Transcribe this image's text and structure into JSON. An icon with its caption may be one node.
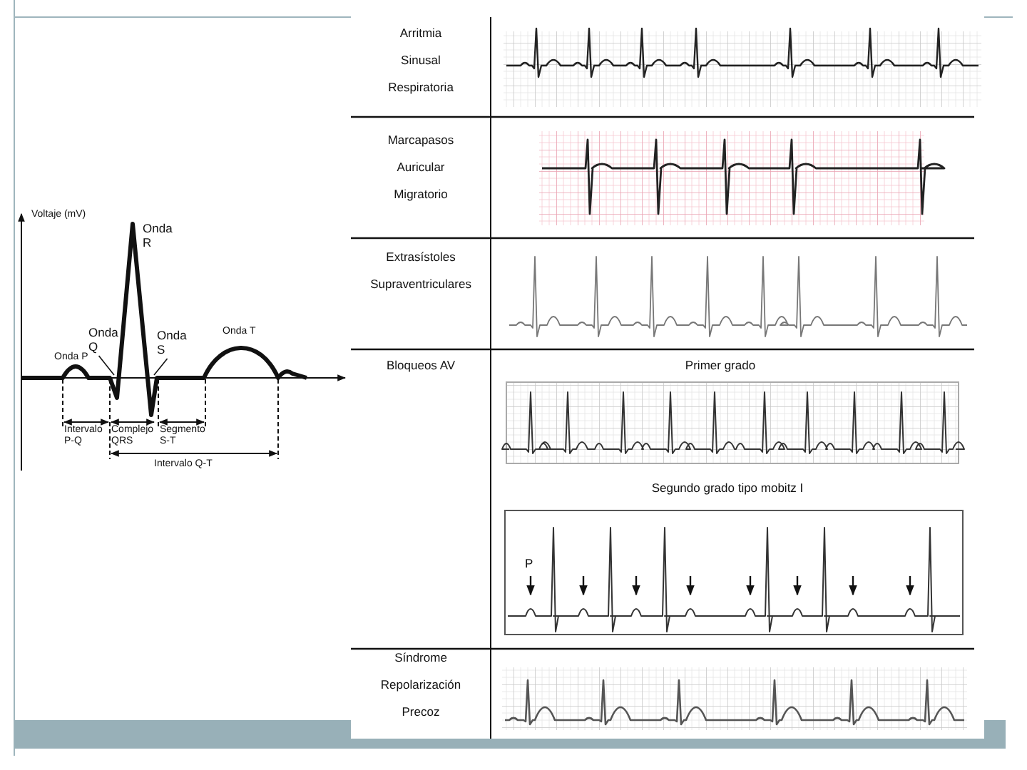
{
  "diagram": {
    "nodes": [
      {
        "text": [
          "Onda Q"
        ]
      },
      {
        "text": [
          "Onda S"
        ]
      }
    ],
    "edges": [
      {
        "from": 0,
        "to": null,
        "arrow": "none"
      },
      {
        "from": 1,
        "to": null,
        "arrow": "none"
      }
    ],
    "labels": [
      "Voltaje (mV)",
      "Onda R",
      "Onda P",
      "Onda T",
      "Intervalo P-Q",
      "Complejo QRS",
      "Segmento S-T",
      "Intervalo Q-T",
      "Arritmia Sinusal Respiratoria",
      "Marcapasos Auricular Migratorio",
      "Extrasístoles Supraventriculares",
      "Bloqueos AV",
      "Primer grado",
      "Segundo grado tipo mobitz I",
      "P",
      "Síndrome Repolarización Precoz"
    ]
  }
}
